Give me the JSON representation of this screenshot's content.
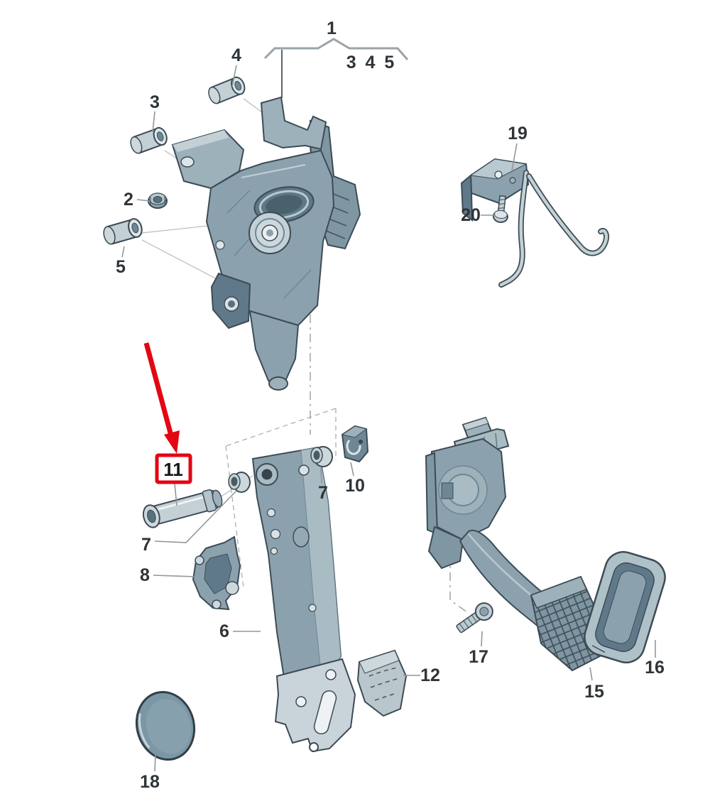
{
  "figure": {
    "type": "exploded-parts-diagram"
  },
  "colors": {
    "highlight": "#e30613",
    "part_light": "#c3d0d6",
    "part_mid": "#8ba2ae",
    "part_dark": "#60798a",
    "outline": "#3d4b54",
    "label_text": "#2e3438"
  },
  "labels": {
    "l1": "1",
    "l2": "2",
    "l3": "3",
    "l4": "4",
    "l5": "5",
    "l6": "6",
    "l7a": "7",
    "l7b": "7",
    "l8": "8",
    "l10": "10",
    "l11": "11",
    "l12": "12",
    "l15": "15",
    "l16": "16",
    "l17": "17",
    "l18": "18",
    "l19": "19",
    "l20": "20",
    "group345": "3 4 5"
  },
  "highlighted_callout": "11"
}
